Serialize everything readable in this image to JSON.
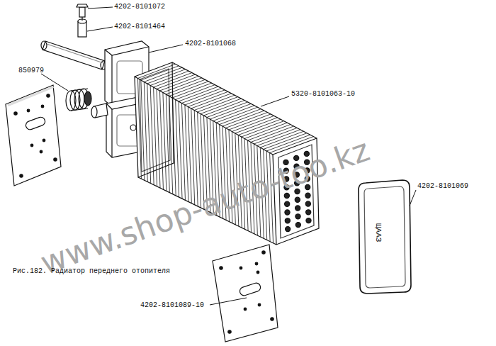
{
  "diagram": {
    "caption": "Рис.182. Радиатор переднего отопителя",
    "labels": [
      "4202-8101072",
      "4202-8101464",
      "4202-8101068",
      "850979",
      "5320-8101063-10",
      "4202-8101069",
      "ЩААЗ",
      "4202-8101089-10",
      "www.shop-auto-too.kz"
    ]
  }
}
